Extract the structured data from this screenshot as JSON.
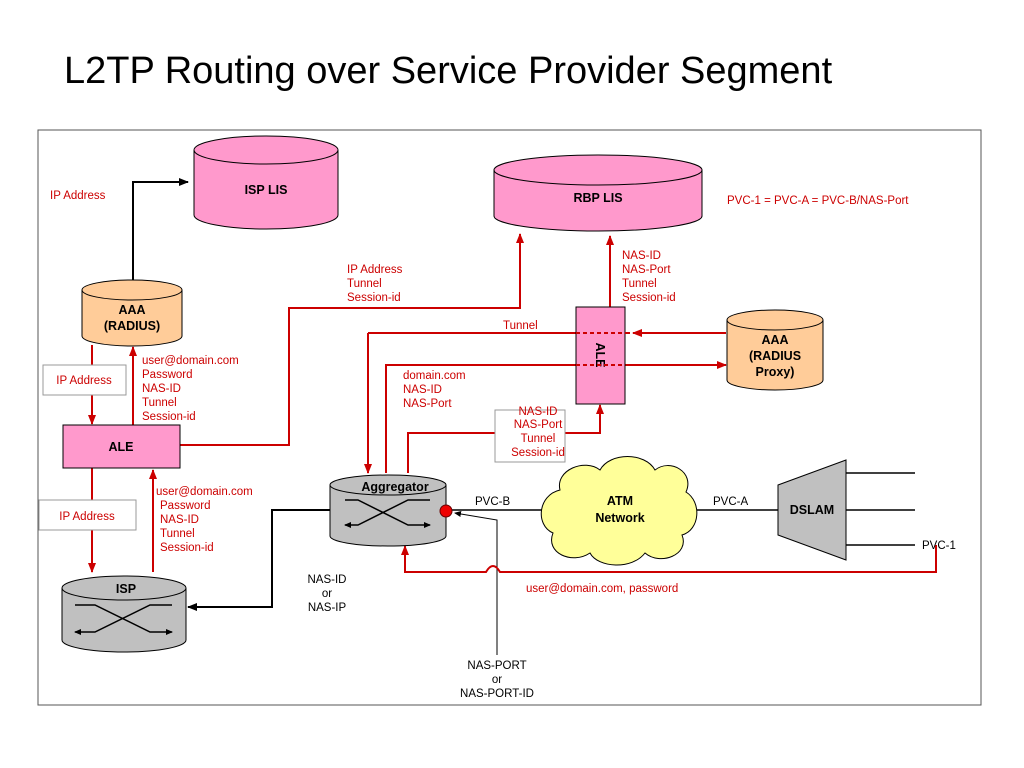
{
  "title": "L2TP Routing over Service Provider Segment",
  "colors": {
    "accent": "#cc0000",
    "pink": "#ff99cc",
    "orange": "#ffcc99",
    "yellow": "#ffff99",
    "gray": "#c0c0c0",
    "black": "#000000"
  },
  "nodes": {
    "isp_lis": "ISP LIS",
    "rbp_lis": "RBP LIS",
    "aaa_line1": "AAA",
    "aaa_line2": "(RADIUS)",
    "aaa_proxy_line1": "AAA",
    "aaa_proxy_line2": "(RADIUS",
    "aaa_proxy_line3": "Proxy)",
    "ale_left": "ALE",
    "ale_right": "ALE",
    "aggregator": "Aggregator",
    "isp": "ISP",
    "atm_line1": "ATM",
    "atm_line2": "Network",
    "dslam": "DSLAM"
  },
  "labels": {
    "pvc_equation": "PVC-1 = PVC-A = PVC-B/NAS-Port",
    "ip_address_top": "IP Address",
    "ip_address_box1": "IP Address",
    "ip_address_box2": "IP Address",
    "ale_to_rbp": [
      "IP Address",
      "Tunnel",
      "Session-id"
    ],
    "rbp_to_ale": [
      "NAS-ID",
      "NAS-Port",
      "Tunnel",
      "Session-id"
    ],
    "tunnel": "Tunnel",
    "ale_to_aaa": [
      "user@domain.com",
      "Password",
      "NAS-ID",
      "Tunnel",
      "Session-id"
    ],
    "isp_to_ale": [
      "user@domain.com",
      "Password",
      "NAS-ID",
      "Tunnel",
      "Session-id"
    ],
    "agg_to_ale": [
      "domain.com",
      "NAS-ID",
      "NAS-Port"
    ],
    "boxed_params": [
      "NAS-ID",
      "NAS-Port",
      "Tunnel",
      "Session-id"
    ],
    "pvc_b": "PVC-B",
    "pvc_a": "PVC-A",
    "pvc_1": "PVC-1",
    "user_password": "user@domain.com, password",
    "nas_id_ip": [
      "NAS-ID",
      "or",
      "NAS-IP"
    ],
    "nas_port": [
      "NAS-PORT",
      "or",
      "NAS-PORT-ID"
    ]
  }
}
